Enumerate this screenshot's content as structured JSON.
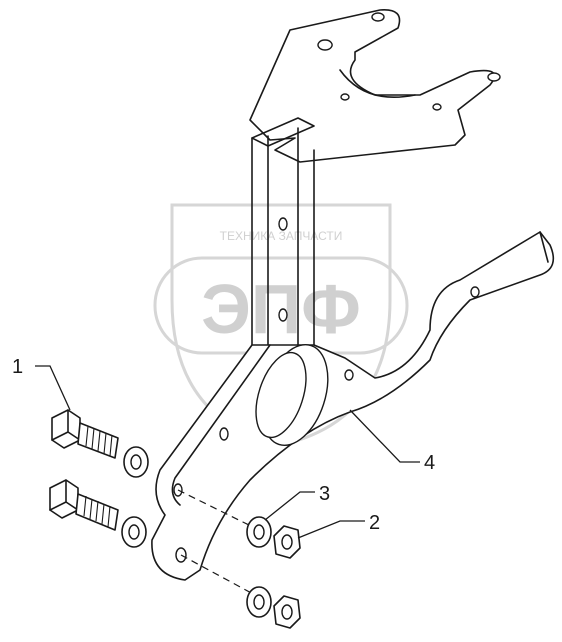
{
  "diagram": {
    "callouts": [
      {
        "id": "1",
        "label": "1"
      },
      {
        "id": "2",
        "label": "2"
      },
      {
        "id": "3",
        "label": "3"
      },
      {
        "id": "4",
        "label": "4"
      }
    ]
  },
  "watermark": {
    "top_text": "ТЕХНИКА ЗАПЧАСТИ",
    "logo_text": "ЭПФ"
  }
}
